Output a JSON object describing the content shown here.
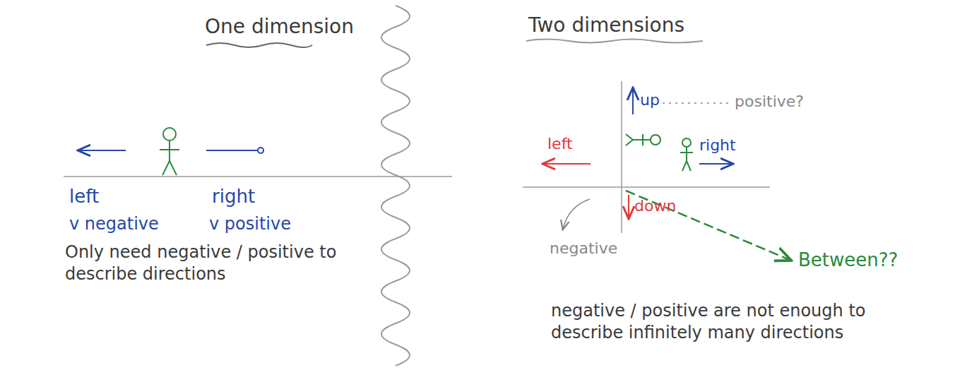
{
  "diagram": {
    "labels": [
      "One dimension",
      "left",
      "right",
      "v negative",
      "v positive",
      "Only need negative / positive to describe directions",
      "Two dimensions",
      "up",
      "positive?",
      "left",
      "right",
      "down",
      "negative",
      "Between??",
      "negative / positive are not enough to describe infinitely many directions"
    ]
  }
}
